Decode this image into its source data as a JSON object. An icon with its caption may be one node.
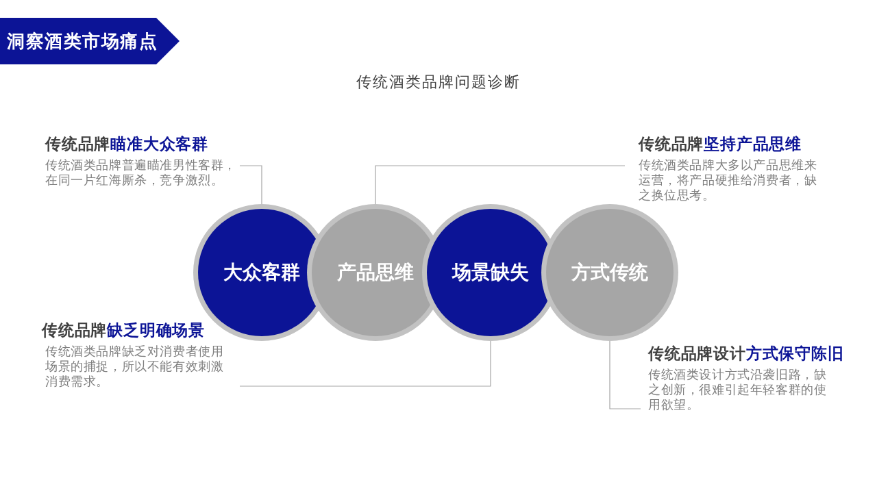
{
  "diagram": {
    "title": "洞察酒类市场痛点",
    "nodes": [
      {
        "text": [
          "传统品牌**瞄准大众客群**",
          "传统酒类品牌普遍瞄准男性客群，在同一片红海厮杀，竞争激烈。"
        ]
      },
      {
        "text": [
          "传统品牌**坚持产品思维**",
          "传统酒类品牌大多以产品思维来运营，将产品硬推给消费者，缺之换位思考。"
        ]
      },
      {
        "text": [
          "大众客群"
        ]
      },
      {
        "text": [
          "产品思维"
        ]
      },
      {
        "text": [
          "场景缺失"
        ]
      },
      {
        "text": [
          "方式传统"
        ]
      },
      {
        "text": [
          "传统品牌**缺乏明确场景**",
          "传统酒类品牌缺乏对消费者使用场景的捕捉，所以不能有效刺激消费需求。"
        ]
      },
      {
        "text": [
          "传统品牌设计**方式保守陈旧**",
          "传统酒类设计方式沿袭旧路，缺之创新，很难引起年轻客群的使用欲望。"
        ]
      }
    ],
    "edges": [
      {
        "from": 0,
        "to": 2,
        "arrow": "none"
      },
      {
        "from": 1,
        "to": 3,
        "arrow": "none"
      },
      {
        "from": 6,
        "to": 4,
        "arrow": "none"
      },
      {
        "from": 7,
        "to": 5,
        "arrow": "none"
      }
    ],
    "labels": [
      "传统酒类品牌问题诊断"
    ]
  }
}
